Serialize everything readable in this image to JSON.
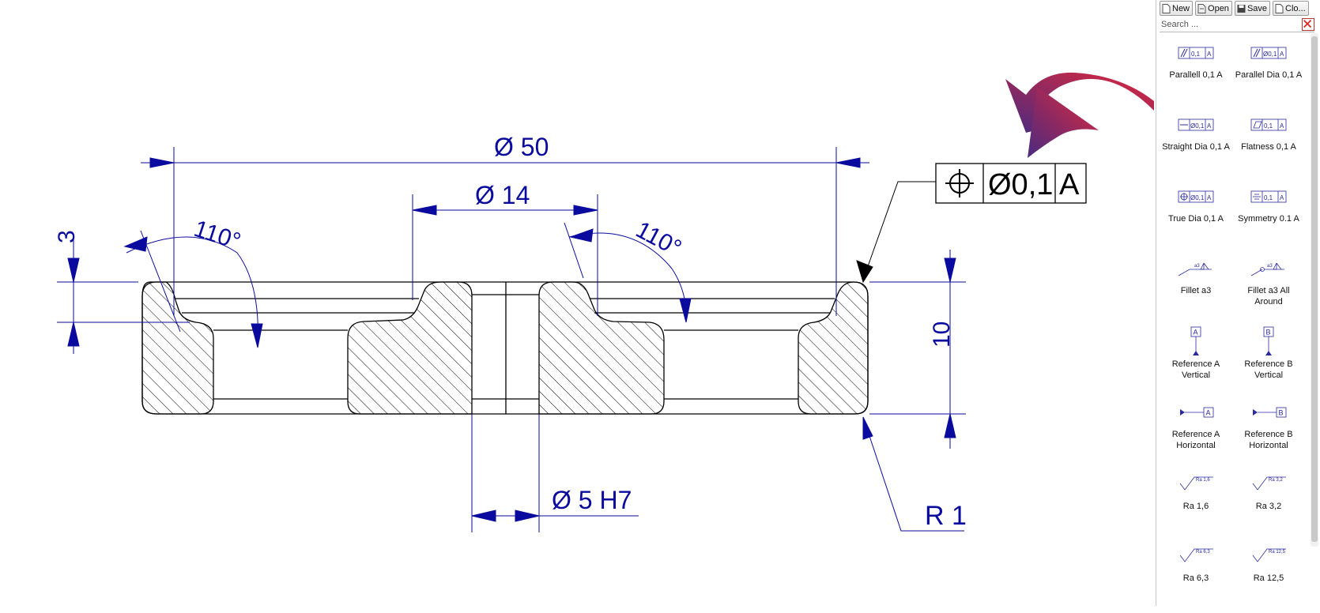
{
  "toolbar": {
    "new_label": "New",
    "open_label": "Open",
    "save_label": "Save",
    "close_label": "Clo..."
  },
  "search": {
    "placeholder": "Search ..."
  },
  "symbols": [
    {
      "label": "Parallell 0,1 A",
      "icon": "parallel-icon"
    },
    {
      "label": "Parallel Dia 0,1 A",
      "icon": "parallel-dia-icon"
    },
    {
      "label": "Straight Dia 0,1 A",
      "icon": "straightness-icon"
    },
    {
      "label": "Flatness 0,1 A",
      "icon": "flatness-icon"
    },
    {
      "label": "True Dia 0,1 A",
      "icon": "true-position-icon"
    },
    {
      "label": "Symmetry 0.1 A",
      "icon": "symmetry-icon"
    },
    {
      "label": "Fillet a3",
      "icon": "fillet-weld-icon"
    },
    {
      "label": "Fillet a3 All Around",
      "icon": "fillet-weld-all-around-icon"
    },
    {
      "label": "Reference A Vertical",
      "icon": "datum-a-vertical-icon"
    },
    {
      "label": "Reference B Vertical",
      "icon": "datum-b-vertical-icon"
    },
    {
      "label": "Reference A Horizontal",
      "icon": "datum-a-horizontal-icon"
    },
    {
      "label": "Reference B Horizontal",
      "icon": "datum-b-horizontal-icon"
    },
    {
      "label": "Ra 1,6",
      "icon": "surface-roughness-icon"
    },
    {
      "label": "Ra 3,2",
      "icon": "surface-roughness-icon"
    },
    {
      "label": "Ra 6,3",
      "icon": "surface-roughness-icon"
    },
    {
      "label": "Ra 12,5",
      "icon": "surface-roughness-icon"
    }
  ],
  "icon_text": {
    "tol_01": "0,1",
    "dia_01": "Ø0,1",
    "datum_a": "A",
    "datum_b": "B",
    "weld": "a3",
    "ra_16": "Ra 1,6",
    "ra_32": "Ra 3,2",
    "ra_63": "Ra 6,3",
    "ra_125": "Ra 12,5"
  },
  "drawing": {
    "dim_dia50": "Ø 50",
    "dim_dia14": "Ø 14",
    "dim_3": "3",
    "dim_10": "10",
    "dim_angle_left": "110°",
    "dim_angle_right": "110°",
    "dim_hole": "Ø 5 H7",
    "dim_radius": "R 1",
    "fcf": {
      "tolerance": "Ø0,1",
      "datum": "A"
    }
  },
  "colors": {
    "dimension": "#0a0a9e",
    "geometry": "#000000",
    "arrow_gradient_start": "#e0283c",
    "arrow_gradient_end": "#4a2a80"
  }
}
